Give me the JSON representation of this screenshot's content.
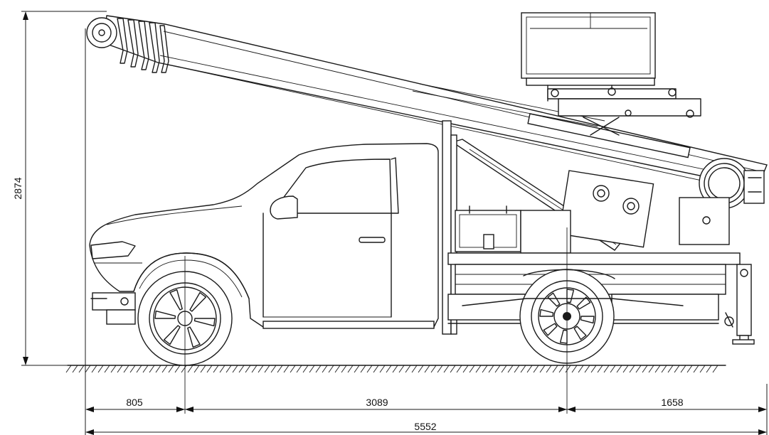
{
  "drawing": {
    "description_labels": {
      "height_dimension": "2874",
      "front_overhang": "805",
      "wheelbase": "3089",
      "rear_overhang": "1658",
      "total_length": "5552"
    }
  }
}
